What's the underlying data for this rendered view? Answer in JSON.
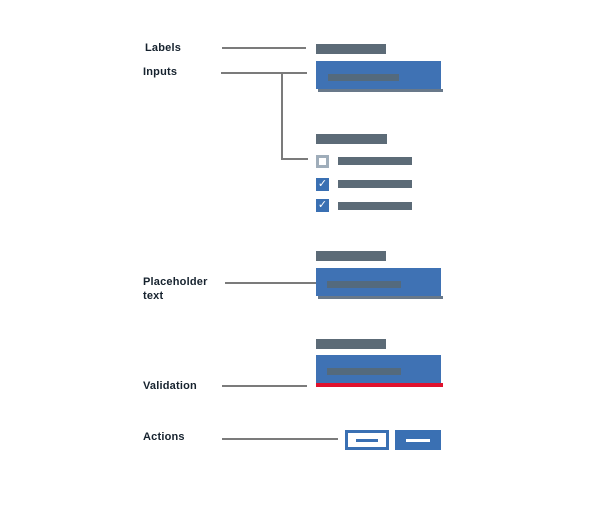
{
  "figure_type": "form-anatomy-diagram",
  "callouts": {
    "labels": {
      "label": "Labels"
    },
    "inputs": {
      "label": "Inputs"
    },
    "placeholder": {
      "label": "Placeholder text"
    },
    "validation": {
      "label": "Validation"
    },
    "actions": {
      "label": "Actions"
    }
  },
  "checkbox_group": {
    "items": [
      {
        "checked": false,
        "glyph": ""
      },
      {
        "checked": true,
        "glyph": "✓"
      },
      {
        "checked": true,
        "glyph": "✓"
      }
    ]
  },
  "colors": {
    "callout_text": "#16222e",
    "connector_line": "#7b7b7b",
    "label_bar_gray": "#5c6b77",
    "input_blue": "#3f72b4",
    "input_placeholder_bar": "#546a7d",
    "input_bottom_shadow": "#69798a",
    "checkbox_unchecked_gray": "#9fadba",
    "checkbox_checked_blue": "#3a70b3",
    "validation_red": "#e0122d",
    "button_blue": "#3a70b3",
    "background": "#ffffff"
  }
}
